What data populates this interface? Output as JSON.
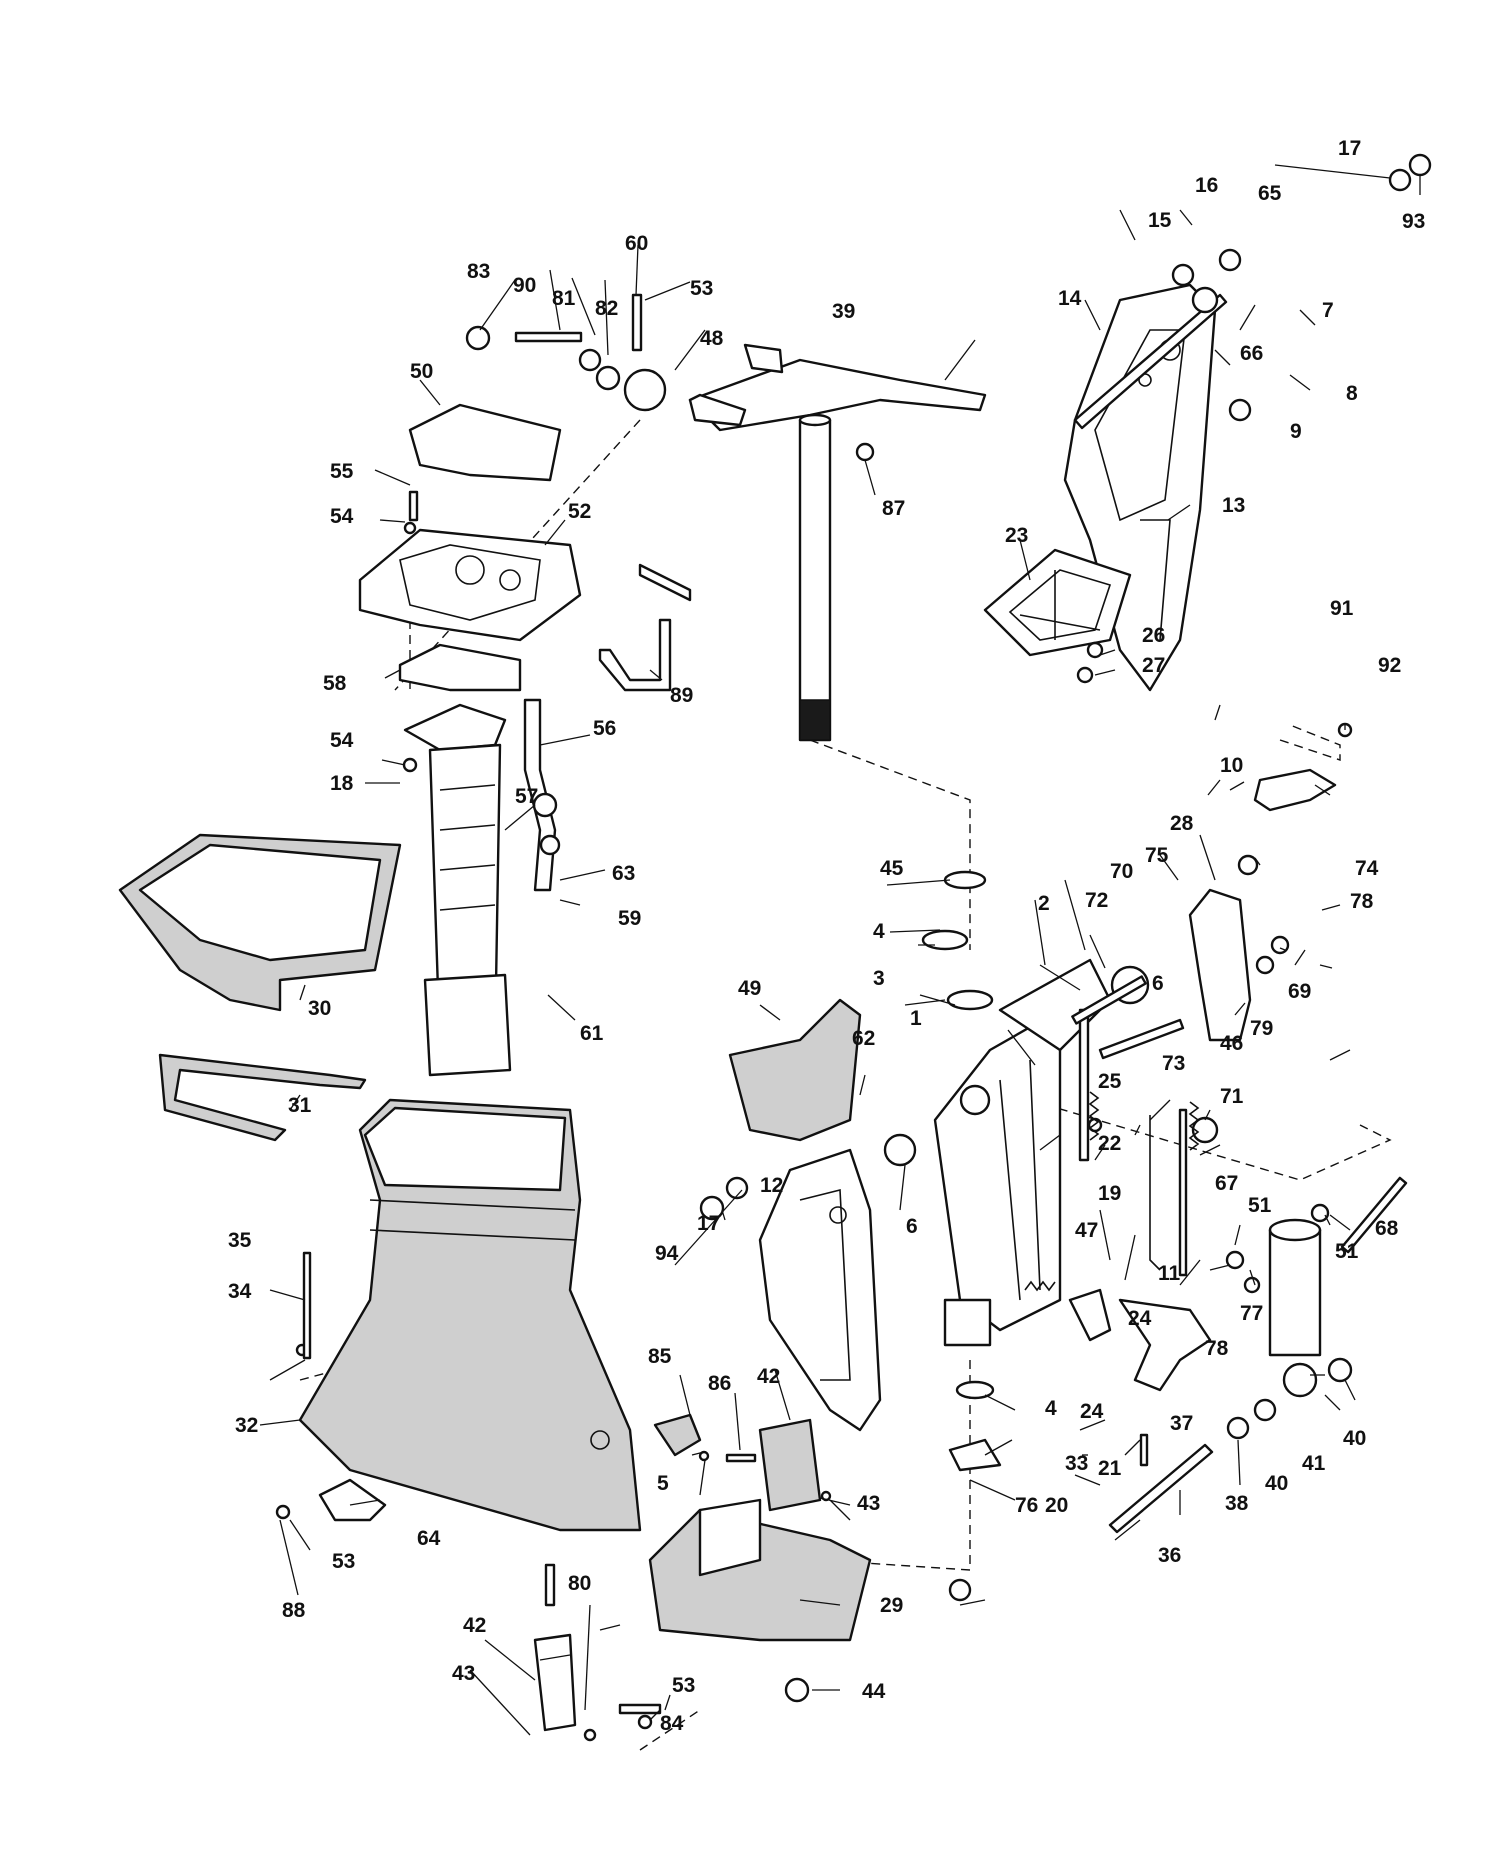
{
  "callouts": [
    "1",
    "2",
    "3",
    "4",
    "5",
    "6",
    "7",
    "8",
    "9",
    "10",
    "11",
    "12",
    "13",
    "14",
    "15",
    "16",
    "17",
    "18",
    "19",
    "20",
    "21",
    "22",
    "23",
    "24",
    "25",
    "26",
    "27",
    "28",
    "29",
    "30",
    "31",
    "32",
    "33",
    "34",
    "35",
    "36",
    "37",
    "38",
    "39",
    "40",
    "41",
    "42",
    "43",
    "44",
    "45",
    "46",
    "47",
    "48",
    "49",
    "50",
    "51",
    "52",
    "53",
    "54",
    "55",
    "56",
    "57",
    "58",
    "59",
    "60",
    "61",
    "62",
    "63",
    "64",
    "65",
    "66",
    "67",
    "68",
    "69",
    "70",
    "71",
    "72",
    "73",
    "74",
    "75",
    "76",
    "77",
    "78",
    "79",
    "80",
    "81",
    "82",
    "83",
    "84",
    "85",
    "86",
    "87",
    "88",
    "89",
    "90",
    "91",
    "92",
    "93",
    "94"
  ]
}
